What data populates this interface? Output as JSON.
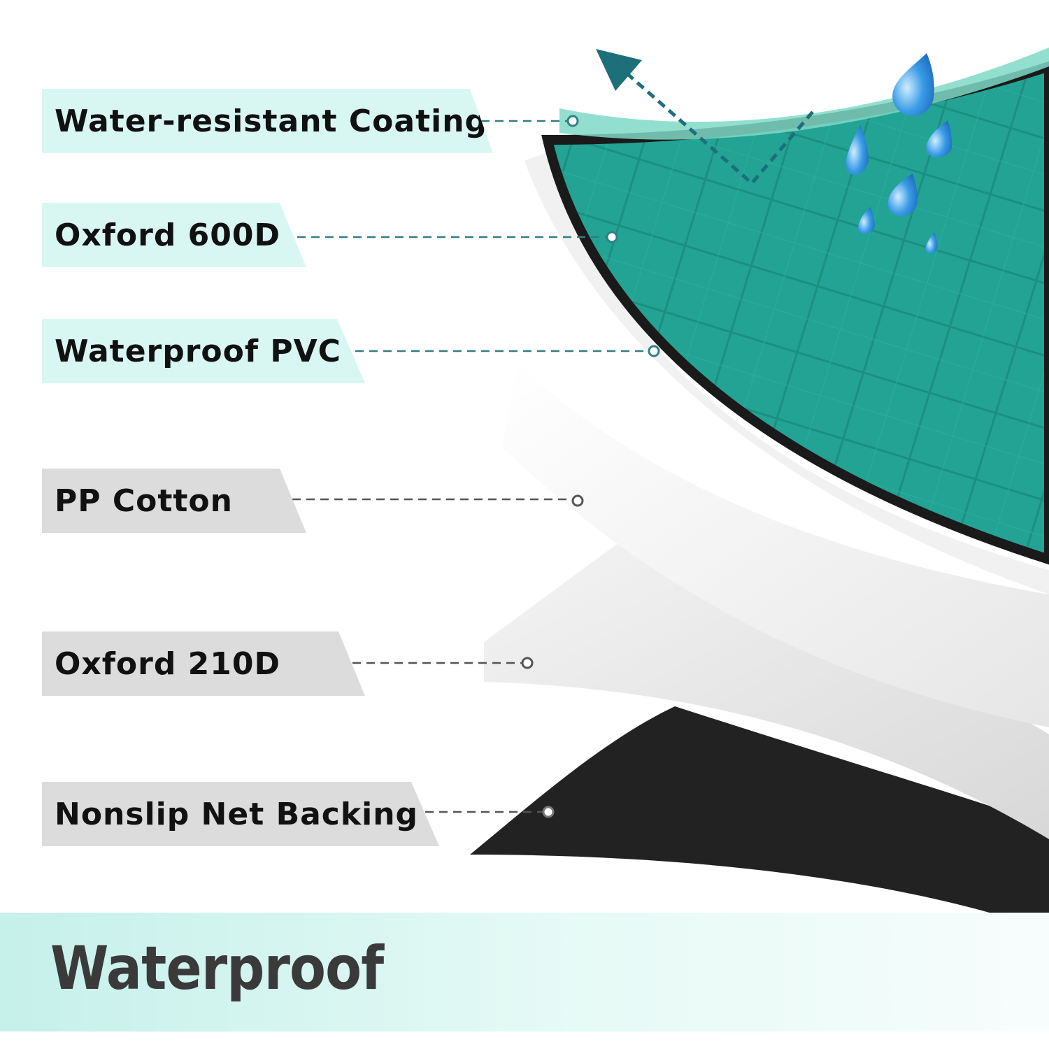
{
  "layers": [
    {
      "label": "Water-resistant Coating",
      "style": "mint"
    },
    {
      "label": "Oxford 600D",
      "style": "mint"
    },
    {
      "label": "Waterproof PVC",
      "style": "mint"
    },
    {
      "label": "PP Cotton",
      "style": "gray"
    },
    {
      "label": "Oxford 210D",
      "style": "gray"
    },
    {
      "label": "Nonslip Net Backing",
      "style": "gray"
    }
  ],
  "banner": {
    "title": "Waterproof"
  },
  "colors": {
    "teal_fabric": "#22a393",
    "mint_label": "#d9f7f2",
    "gray_label": "#dcdcdc",
    "leader_teal": "#2f7f86",
    "leader_gray": "#555555",
    "arrow": "#1d6f7a",
    "backing": "#222222",
    "water_drop": "#2a8fe0"
  },
  "icons": [
    "water-drop-icon",
    "arrow-up-left-icon"
  ]
}
